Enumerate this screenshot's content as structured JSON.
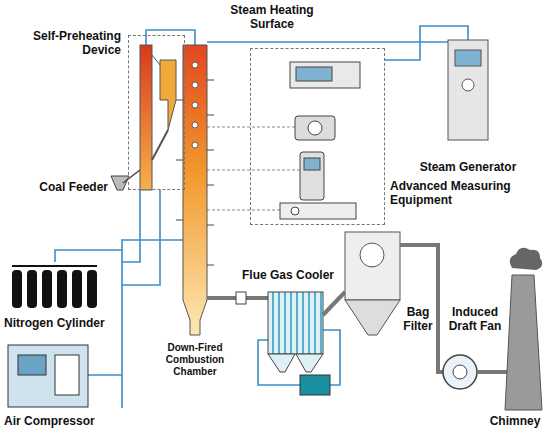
{
  "diagram": {
    "nodes": [
      {
        "text": [
          "Self-Preheating Device"
        ]
      },
      {
        "text": [
          "Advanced Measuring Equipment"
        ]
      }
    ],
    "labels": [
      "Steam Heating Surface",
      "Coal Feeder",
      "Steam Generator",
      "Flue Gas Cooler",
      "Nitrogen Cylinder",
      "Down-Fired Combustion Chamber",
      "Bag Filter",
      "Induced Draft Fan",
      "Air Compressor",
      "Chimney"
    ]
  }
}
